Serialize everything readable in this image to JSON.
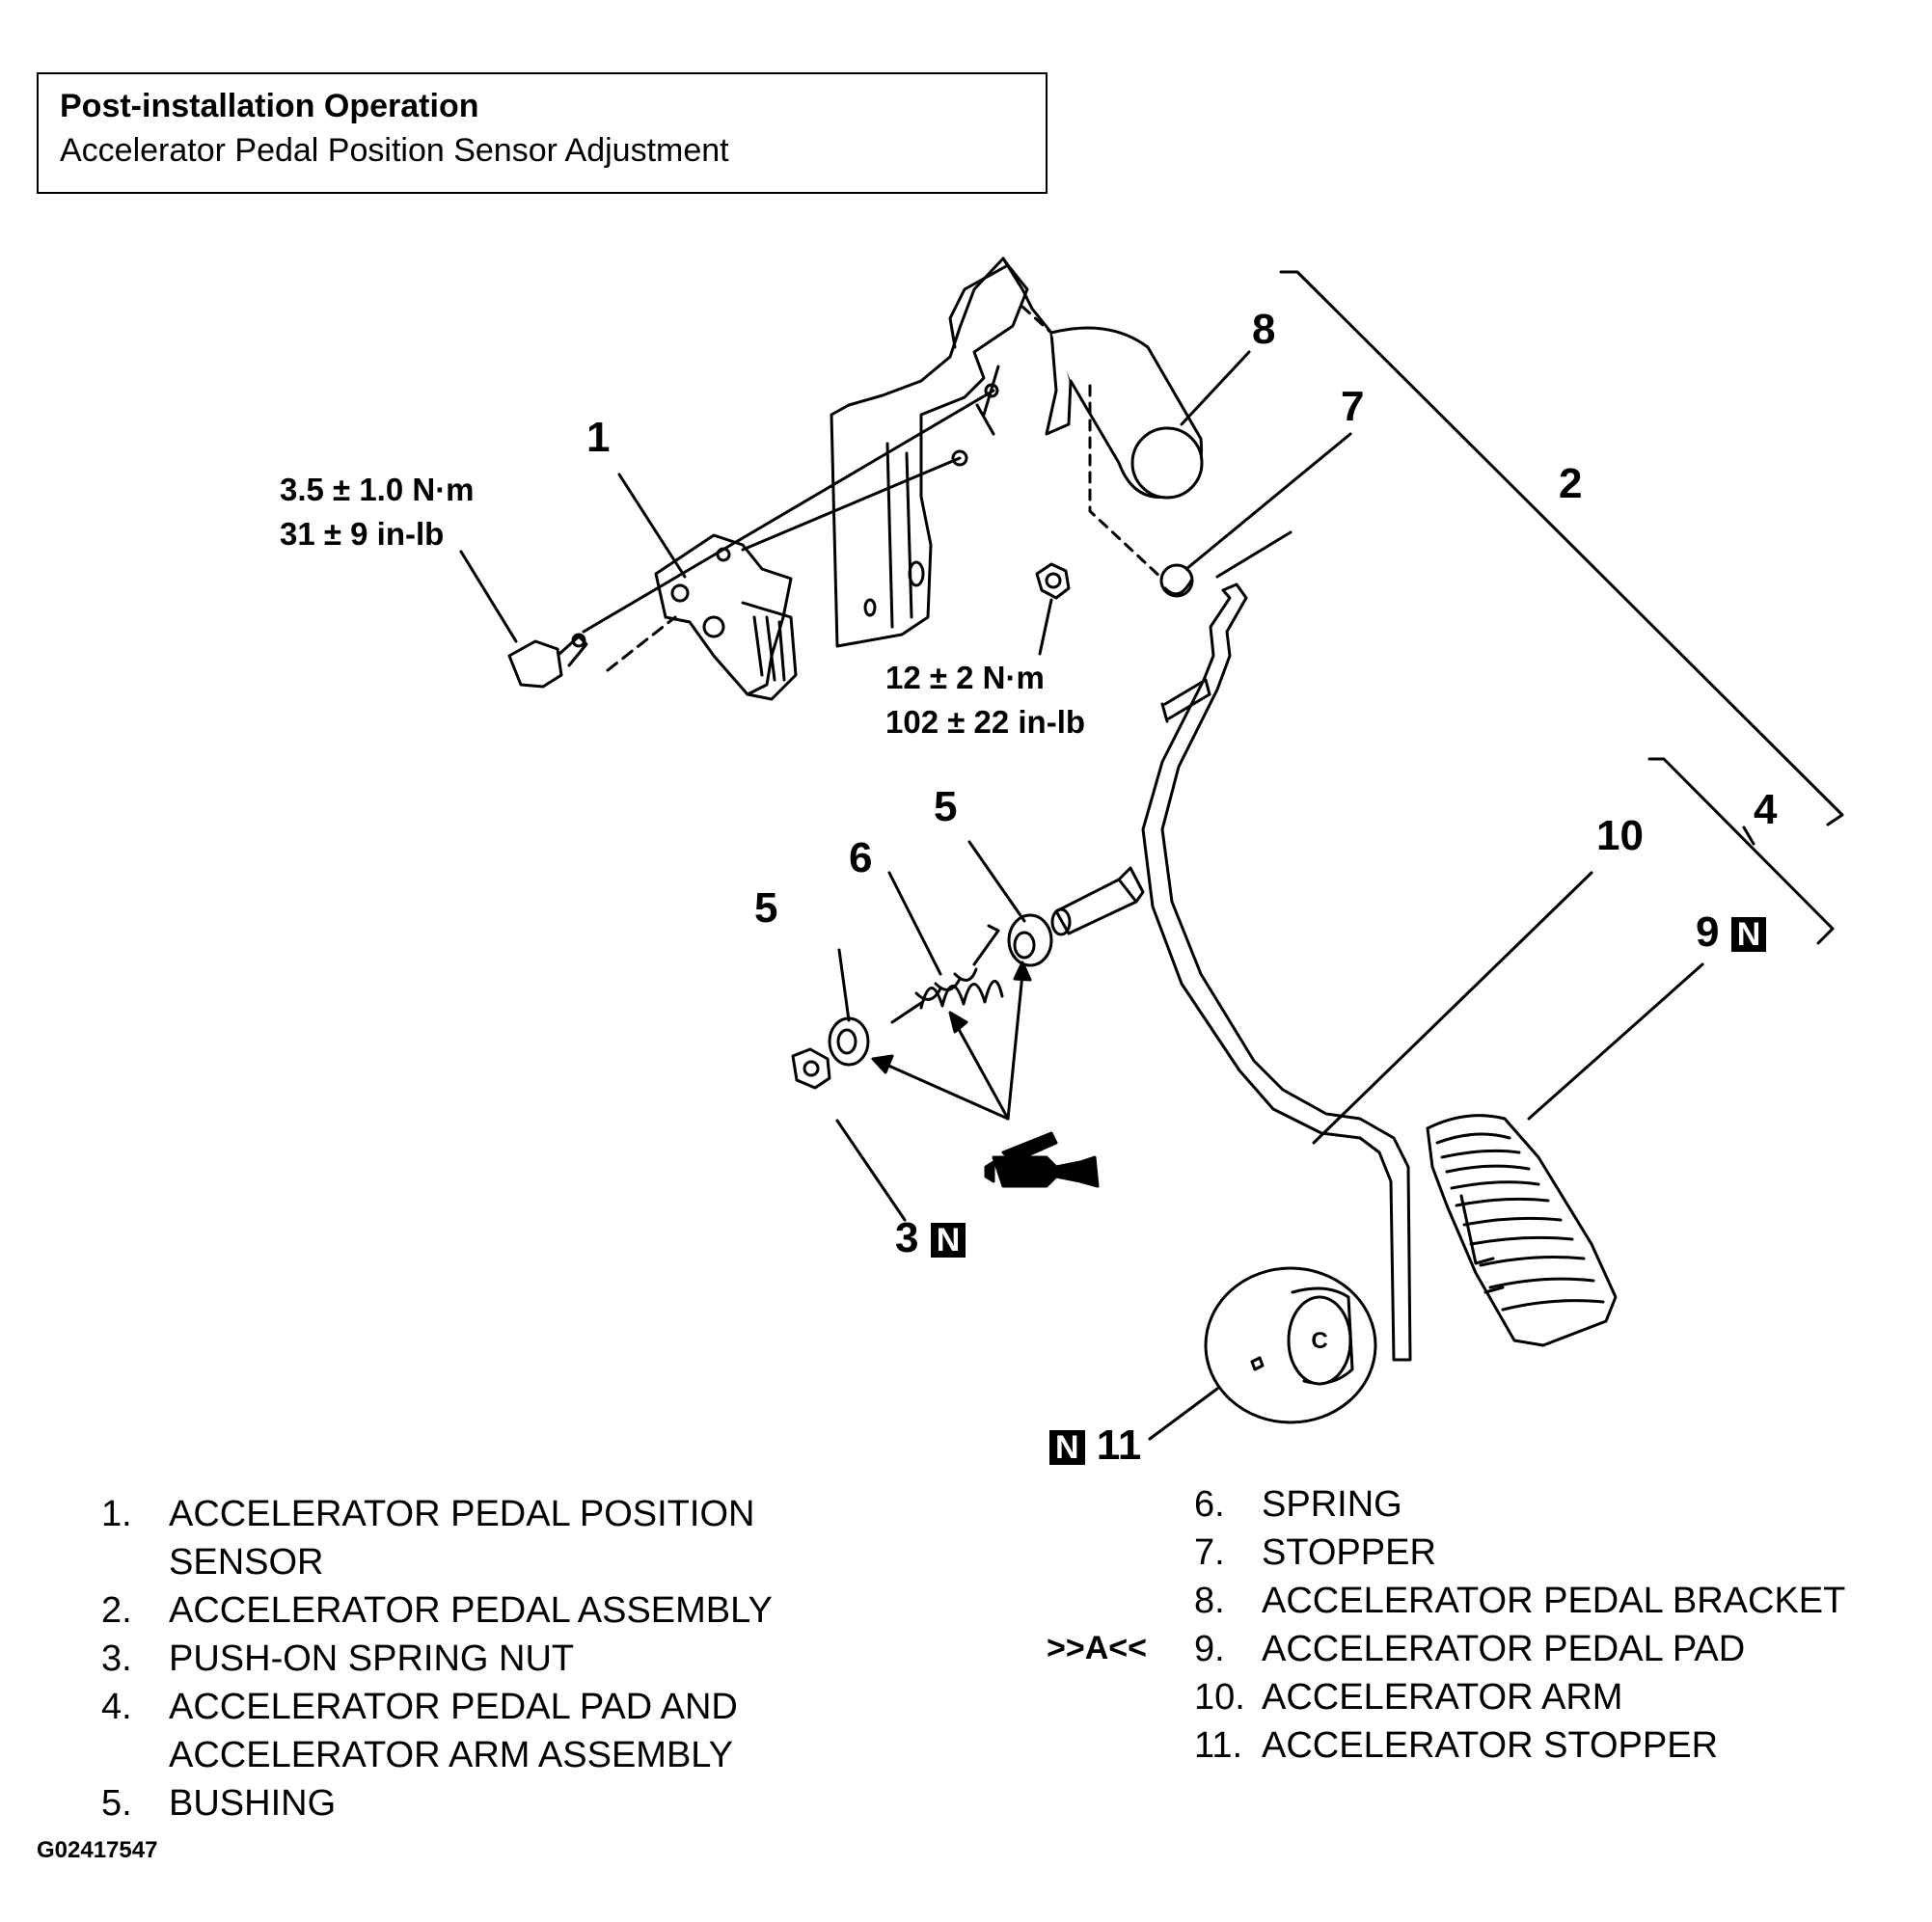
{
  "header": {
    "title": "Post-installation Operation",
    "subtitle": "Accelerator Pedal Position Sensor Adjustment"
  },
  "callouts": {
    "c1": "1",
    "c2": "2",
    "c3": "3",
    "c4": "4",
    "c5a": "5",
    "c5b": "5",
    "c6": "6",
    "c7": "7",
    "c8": "8",
    "c9": "9",
    "c10": "10",
    "c11": "11",
    "n_badge": "N"
  },
  "torque": {
    "sensor_nm": "3.5 ± 1.0 N·m",
    "sensor_inlb": "31 ± 9 in-lb",
    "bolt_nm": "12 ± 2 N·m",
    "bolt_inlb": "102 ± 22 in-lb"
  },
  "legend": {
    "left": [
      {
        "num": "1.",
        "text": "ACCELERATOR PEDAL POSITION"
      },
      {
        "num": "",
        "text": "SENSOR"
      },
      {
        "num": "2.",
        "text": "ACCELERATOR PEDAL ASSEMBLY"
      },
      {
        "num": "3.",
        "text": "PUSH-ON SPRING NUT"
      },
      {
        "num": "4.",
        "text": "ACCELERATOR PEDAL PAD AND"
      },
      {
        "num": "",
        "text": "ACCELERATOR ARM ASSEMBLY"
      },
      {
        "num": "5.",
        "text": "BUSHING"
      }
    ],
    "right": [
      {
        "num": "6.",
        "text": "SPRING"
      },
      {
        "num": "7.",
        "text": "STOPPER"
      },
      {
        "num": "8.",
        "text": "ACCELERATOR PEDAL BRACKET"
      },
      {
        "num": "9.",
        "text": "ACCELERATOR PEDAL PAD"
      },
      {
        "num": "10.",
        "text": "ACCELERATOR ARM"
      },
      {
        "num": "11.",
        "text": "ACCELERATOR STOPPER"
      }
    ],
    "procedure_ref": ">>A<<"
  },
  "stopper_mark": "C",
  "figure_id": "G02417547"
}
